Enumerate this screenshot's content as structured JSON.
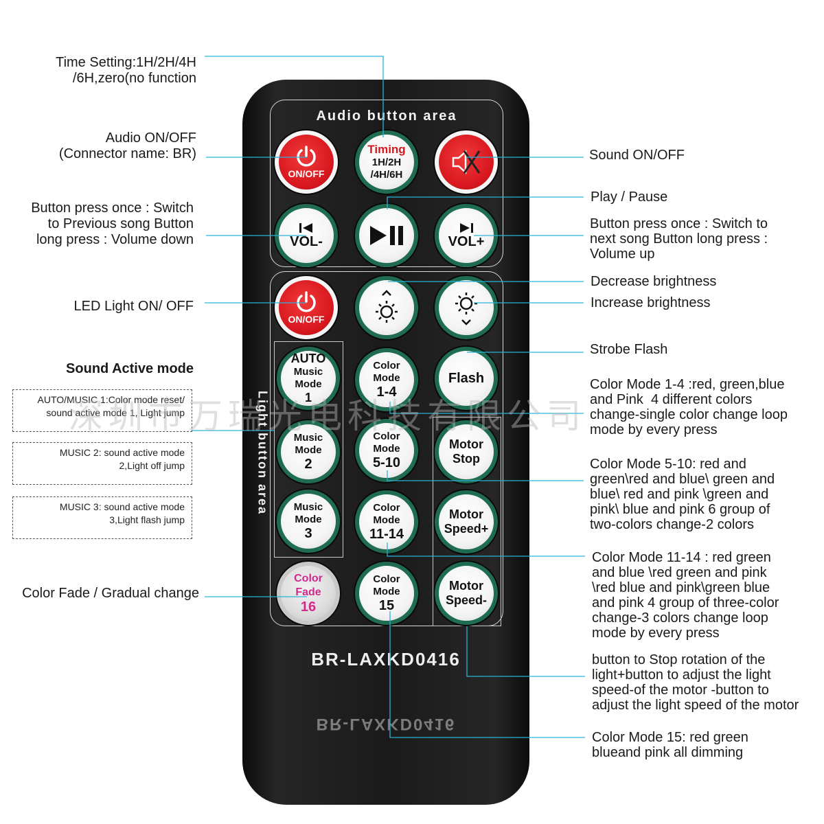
{
  "remote": {
    "audio_area_title": "Audio button area",
    "light_area_title": "Light button area",
    "model": "BR-LAXKD0416",
    "model_reflection": "BR-LAXKD0416",
    "watermark": "深圳市万瑞光电科技有限公司",
    "buttons": {
      "power_audio": "ON/OFF",
      "timing_title": "Timing",
      "timing_line1": "1H/2H",
      "timing_line2": "/4H/6H",
      "vol_down": "VOL-",
      "vol_up": "VOL+",
      "power_led": "ON/OFF",
      "auto_line1": "AUTO",
      "auto_line2": "Music Mode",
      "auto_line3": "1",
      "cm14_line1": "Color Mode",
      "cm14_line2": "1-4",
      "flash": "Flash",
      "music2_line1": "Music Mode",
      "music2_line2": "2",
      "cm510_line1": "Color Mode",
      "cm510_line2": "5-10",
      "motor_stop_line1": "Motor",
      "motor_stop_line2": "Stop",
      "music3_line1": "Music Mode",
      "music3_line2": "3",
      "cm1114_line1": "Color Mode",
      "cm1114_line2": "11-14",
      "speed_up_line1": "Motor",
      "speed_up_line2": "Speed+",
      "fade_line1": "Color Fade",
      "fade_line2": "16",
      "cm15_line1": "Color Mode",
      "cm15_line2": "15",
      "speed_down_line1": "Motor",
      "speed_down_line2": "Speed-"
    }
  },
  "annotations": {
    "time_setting": "Time Setting:1H/2H/4H\n/6H,zero(no function",
    "audio_onoff": "Audio ON/OFF\n(Connector name: BR)",
    "sound_onoff": "Sound ON/OFF",
    "play_pause": "Play / Pause",
    "prev_song": "Button press once : Switch\nto Previous song Button\nlong press : Volume down",
    "next_song": "Button press once : Switch to\nnext song Button long press :\nVolume up",
    "decrease_brightness": "Decrease brightness",
    "increase_brightness": "Increase brightness",
    "led_onoff": "LED Light ON/ OFF",
    "strobe_flash": "Strobe Flash",
    "sound_active_title": "Sound Active mode",
    "music1_box": "AUTO/MUSIC 1:Color mode reset/\nsound active mode 1, Light jump",
    "music2_box": "MUSIC 2: sound active mode\n2,Light off jump",
    "music3_box": "MUSIC 3: sound active mode\n3,Light flash jump",
    "color_mode_1_4": "Color Mode 1-4 :red, green,blue\nand Pink  4 different colors\nchange-single color change loop\nmode by every press",
    "color_mode_5_10": "Color Mode 5-10: red and\ngreen\\red and blue\\ green and\nblue\\ red and pink \\green and\npink\\ blue and pink 6 group of\ntwo-colors change-2 colors",
    "color_mode_11_14": "Color Mode 11-14 : red green\nand blue \\red green and pink\n\\red blue and pink\\green blue\nand pink 4 group of three-color\nchange-3 colors change loop\nmode by every press",
    "color_fade": "Color Fade / Gradual change",
    "motor_desc": "button to Stop rotation of the\nlight+button to adjust the light\nspeed-of the motor -button to\nadjust the light speed of the motor",
    "color_mode_15": "Color Mode 15: red green\nblueand pink all dimming"
  },
  "colors": {
    "leader": "#2bb3d6",
    "red_button": "#d8171f",
    "ring_green": "#1f6c50",
    "remote_body": "#1a1a1a",
    "pink_text": "#d22a8c"
  }
}
